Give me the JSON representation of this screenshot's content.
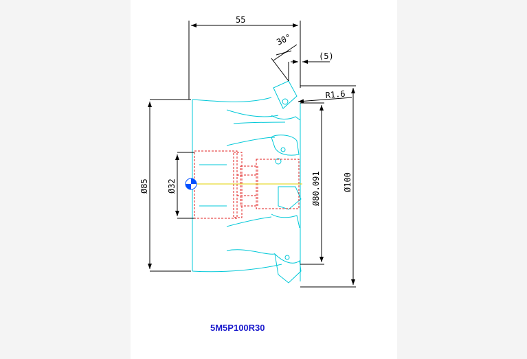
{
  "drawing": {
    "model_code": "5M5P100R30",
    "dimensions": {
      "overall_height": "55",
      "lead_angle": "30°",
      "insert_offset": "(5)",
      "corner_radius": "R1.6",
      "body_diameter": "Ø85",
      "bore_diameter": "Ø32",
      "inner_cutting_diameter": "Ø80.091",
      "cutting_diameter": "Ø100"
    },
    "colors": {
      "outline": "#00c8d8",
      "hidden_lines": "#e02020",
      "dimensions": "#000000",
      "centerline": "#e0d000",
      "model_code": "#1a1acc",
      "sheet": "#ffffff",
      "background": "#f4f4f4"
    }
  }
}
